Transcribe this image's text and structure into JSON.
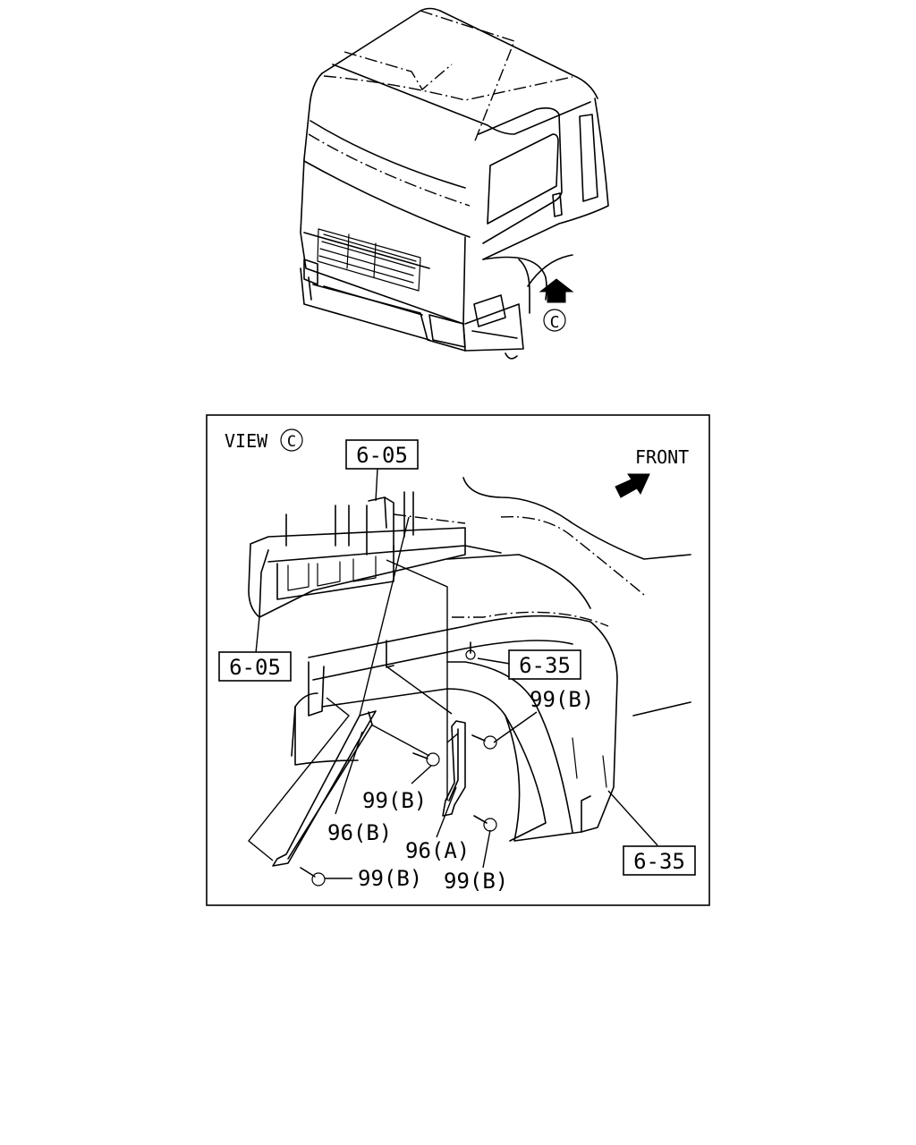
{
  "overview": {
    "view_marker": "C"
  },
  "detail": {
    "view_title": "VIEW",
    "view_marker": "C",
    "front_label": "FRONT",
    "ref_boxes": [
      "6-05",
      "6-05",
      "6-35",
      "6-35"
    ],
    "callouts": [
      "99(B)",
      "99(B)",
      "99(B)",
      "99(B)",
      "96(B)",
      "96(A)"
    ]
  }
}
